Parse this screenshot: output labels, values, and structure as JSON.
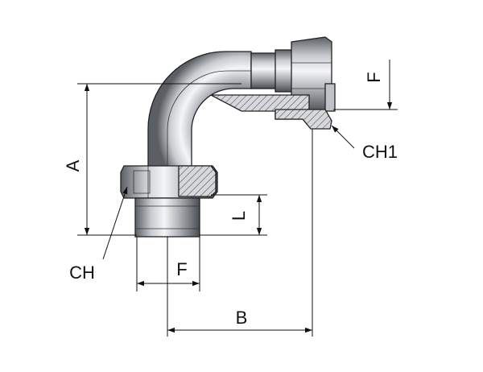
{
  "labels": {
    "A": "A",
    "B": "B",
    "F_right": "F",
    "F_bottom": "F",
    "L": "L",
    "CH": "CH",
    "CH1": "CH1"
  },
  "colors": {
    "metal_light": "#eef0f2",
    "metal_mid": "#a9adb2",
    "metal_dark": "#5b5f64",
    "section_fill": "#c8cbcf",
    "line": "#111111"
  },
  "icons": {
    "arrowhead": "solid-triangle"
  }
}
